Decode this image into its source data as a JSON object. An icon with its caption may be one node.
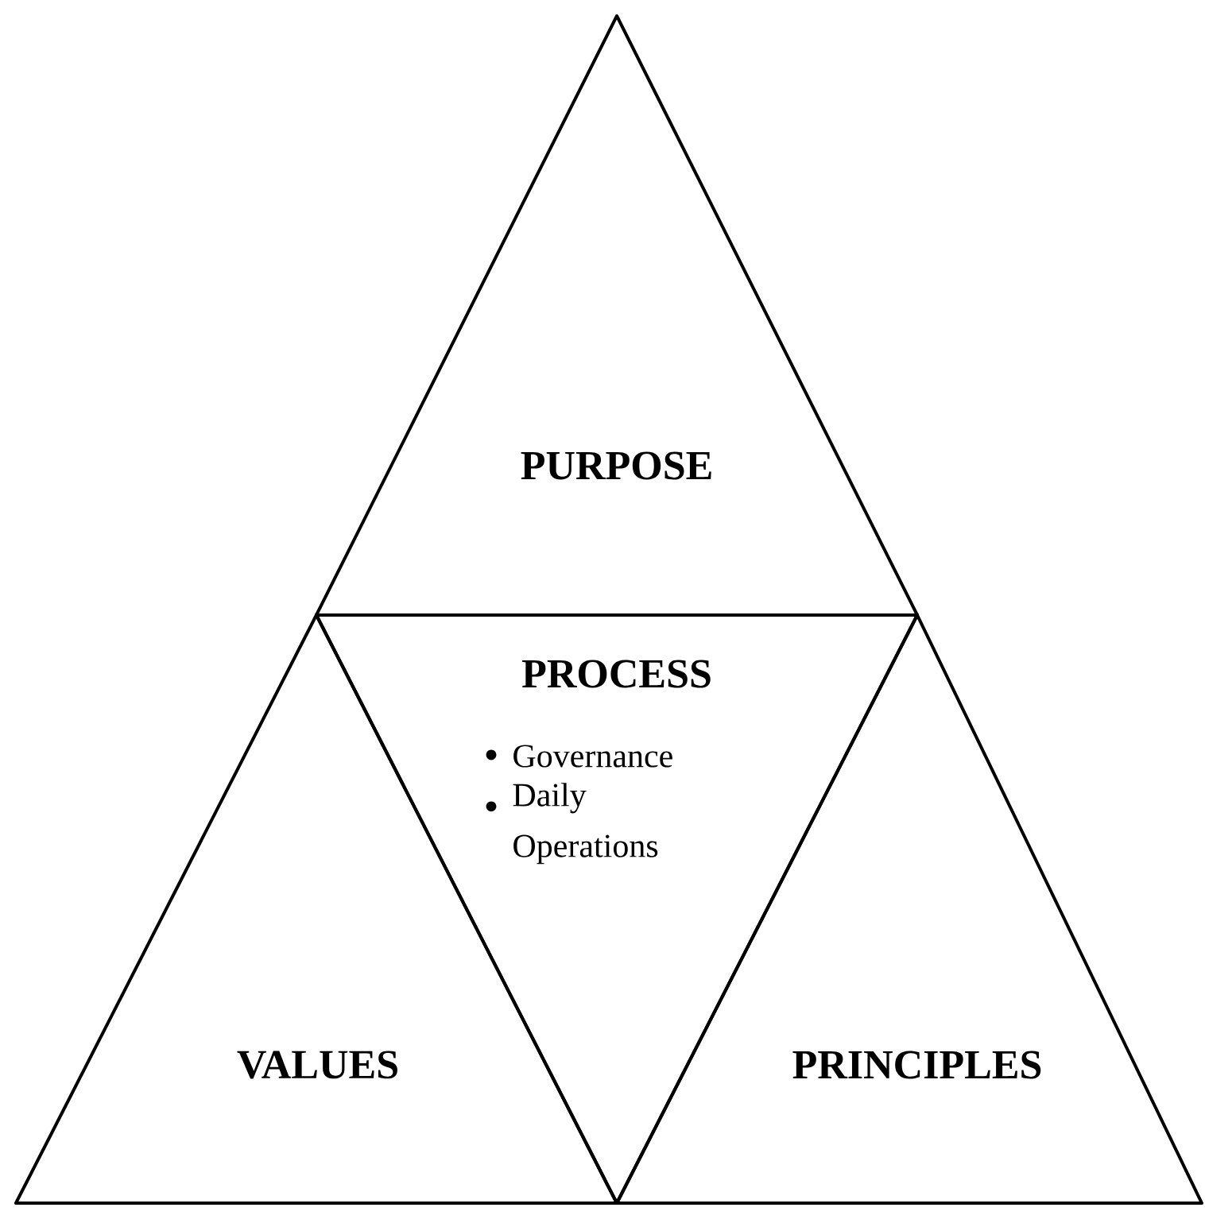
{
  "diagram": {
    "nodes": [
      {
        "text": [
          "PURPOSE"
        ]
      },
      {
        "text": [
          "PROCESS",
          "Governance",
          "Daily Operations"
        ]
      },
      {
        "text": [
          "VALUES"
        ]
      },
      {
        "text": [
          "PRINCIPLES"
        ]
      }
    ]
  }
}
